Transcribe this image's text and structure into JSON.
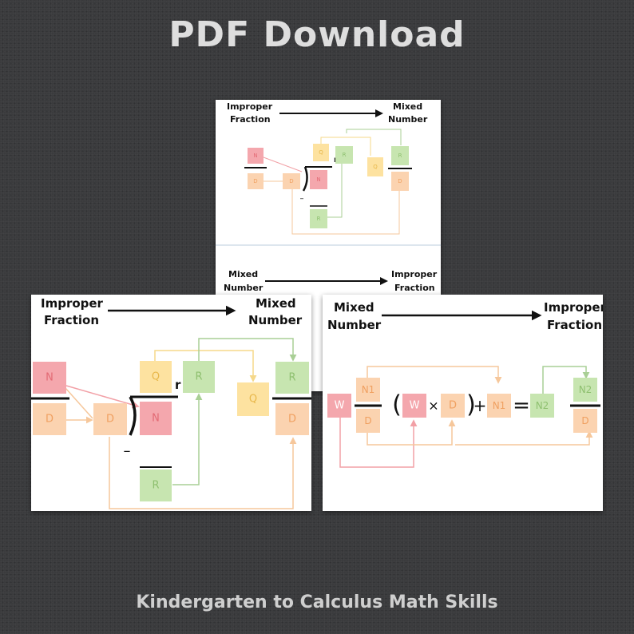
{
  "header": {
    "title": "PDF Download"
  },
  "footer": {
    "text": "Kindergarten to Calculus Math Skills"
  },
  "colors": {
    "background": "#3a3b3d",
    "numerator_pink": "#f4a7ad",
    "denominator_peach": "#fbd3b0",
    "quotient_yellow": "#fde2a0",
    "remainder_green": "#c7e5b0",
    "pink_arrow": "#f2a0a6",
    "peach_arrow": "#f6c79b",
    "yellow_arrow": "#f5d88a",
    "green_arrow": "#a9cf95"
  },
  "improper_to_mixed": {
    "from_label_1": "Improper",
    "from_label_2": "Fraction",
    "to_label_1": "Mixed",
    "to_label_2": "Number",
    "numerator": "N",
    "denominator": "D",
    "divisor": "D",
    "dividend": "N",
    "quotient": "Q",
    "remainder": "R",
    "remainder_marker": "r",
    "minus": "–",
    "whole": "Q",
    "result_numerator": "R",
    "result_denominator": "D"
  },
  "mixed_to_improper": {
    "from_label_1": "Mixed",
    "from_label_2": "Number",
    "to_label_1": "Improper",
    "to_label_2": "Fraction",
    "whole": "W",
    "numerator": "N1",
    "denominator": "D",
    "times": "×",
    "plus": "+",
    "equals": "=",
    "paren_open": "(",
    "paren_close": ")",
    "w_factor": "W",
    "d_factor": "D",
    "n1_term": "N1",
    "n2_result": "N2",
    "result_numerator": "N2",
    "result_denominator": "D"
  }
}
